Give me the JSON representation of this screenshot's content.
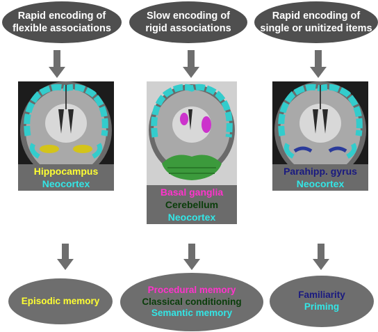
{
  "columns": [
    {
      "encoding": "Rapid encoding of flexible associations",
      "encoding_lines": [
        "Rapid encoding of",
        "flexible associations"
      ],
      "regions": [
        {
          "text": "Hippocampus",
          "color": "#ffff33"
        },
        {
          "text": "Neocortex",
          "color": "#33e6e6"
        }
      ],
      "outcomes": [
        {
          "text": "Episodic memory",
          "color": "#ffff33"
        }
      ]
    },
    {
      "encoding": "Slow encoding of rigid associations",
      "encoding_lines": [
        "Slow encoding of",
        "rigid associations"
      ],
      "regions": [
        {
          "text": "Basal ganglia",
          "color": "#ff33cc"
        },
        {
          "text": "Cerebellum",
          "color": "#0a3d0a"
        },
        {
          "text": "Neocortex",
          "color": "#33e6e6"
        }
      ],
      "outcomes": [
        {
          "text": "Procedural memory",
          "color": "#ff33cc"
        },
        {
          "text": "Classical conditioning",
          "color": "#0a3d0a"
        },
        {
          "text": "Semantic memory",
          "color": "#33e6e6"
        }
      ]
    },
    {
      "encoding": "Rapid encoding of single or unitized items",
      "encoding_lines": [
        "Rapid encoding of",
        "single or unitized items"
      ],
      "regions": [
        {
          "text": "Parahipp. gyrus",
          "color": "#1a1a80"
        },
        {
          "text": "Neocortex",
          "color": "#33e6e6"
        }
      ],
      "outcomes": [
        {
          "text": "Familiarity",
          "color": "#1a1a80"
        },
        {
          "text": "Priming",
          "color": "#33e6e6"
        }
      ]
    }
  ],
  "colors": {
    "top_oval": "#4f4f4f",
    "bottom_oval": "#6e6e6e",
    "label_box": "#6b6b6b",
    "arrow": "#6e6e6e",
    "neocortex": "#33cccc",
    "hippocampus": "#d4c41a",
    "basal_ganglia": "#cc33cc",
    "cerebellum": "#3c9a3c",
    "parahippocampal": "#2a3a9a"
  }
}
